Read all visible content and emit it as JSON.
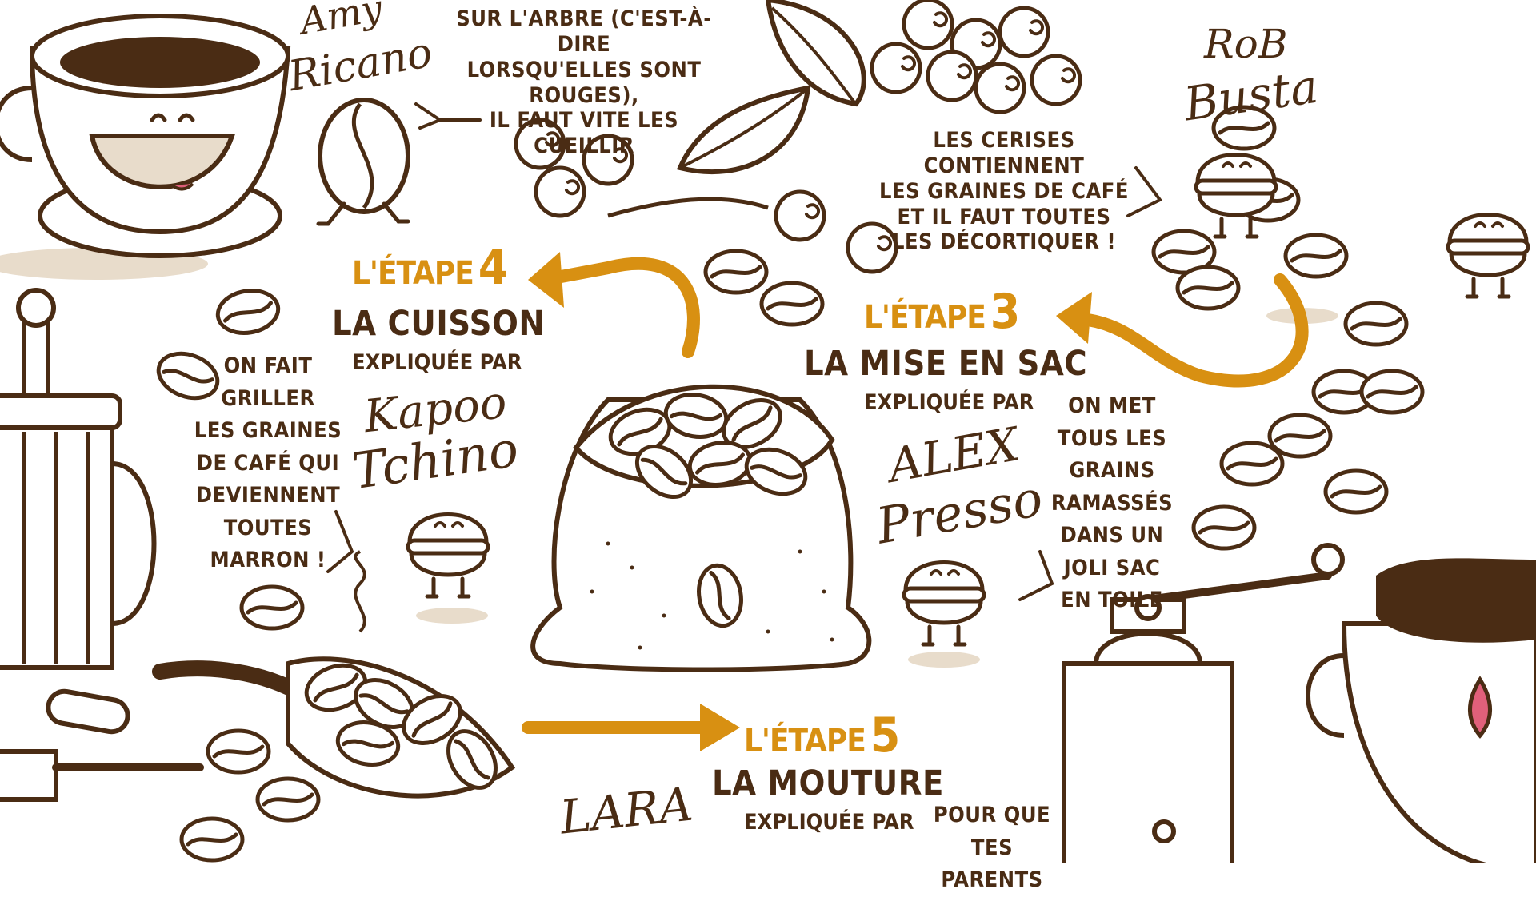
{
  "colors": {
    "ink": "#4a2c14",
    "accent": "#d89012",
    "coffee": "#4a2c14",
    "beige": "#e8dccb",
    "tongue": "#e0607a"
  },
  "icons": [
    "cup-icon",
    "french-press-icon",
    "coffee-grinder-icon",
    "coffee-sack-icon",
    "coffee-bean-icon",
    "coffee-cherry-icon",
    "leaf-icon",
    "scoop-icon",
    "arrow-icon"
  ],
  "top_text": {
    "line1": "SUR L'ARBRE (C'EST-À-DIRE",
    "line2": "LORSQU'ELLES SONT ROUGES),",
    "line3": "IL FAUT VITE LES CUEILLIR"
  },
  "names": {
    "amy_1": "Amy",
    "amy_2": "Ricano",
    "rob_1": "RoB",
    "rob_2": "Busta",
    "kapoo_1": "Kapoo",
    "kapoo_2": "Tchino",
    "alex_1": "ALEX",
    "alex_2": "Presso",
    "lara": "LARA"
  },
  "cherries_text": {
    "line1": "LES CERISES CONTIENNENT",
    "line2": "LES GRAINES DE CAFÉ",
    "line3": "ET IL FAUT TOUTES",
    "line4": "LES DÉCORTIQUER !"
  },
  "step4": {
    "label": "L'ÉTAPE",
    "number": "4",
    "title": "LA CUISSON",
    "explained": "EXPLIQUÉE PAR"
  },
  "step3": {
    "label": "L'ÉTAPE",
    "number": "3",
    "title": "LA MISE EN SAC",
    "explained": "EXPLIQUÉE PAR"
  },
  "step5": {
    "label": "L'ÉTAPE",
    "number": "5",
    "title": "LA MOUTURE",
    "explained": "EXPLIQUÉE PAR"
  },
  "roast_text": {
    "l1": "ON FAIT",
    "l2": "GRILLER",
    "l3": "LES GRAINES",
    "l4": "DE CAFÉ QUI",
    "l5": "DEVIENNENT",
    "l6": "TOUTES",
    "l7": "MARRON !"
  },
  "bag_text": {
    "l1": "ON MET",
    "l2": "TOUS LES GRAINS",
    "l3": "RAMASSÉS",
    "l4": "DANS UN",
    "l5": "JOLI SAC",
    "l6": "EN TOILE"
  },
  "grind_text": {
    "l1": "POUR QUE",
    "l2": "TES PARENTS"
  }
}
